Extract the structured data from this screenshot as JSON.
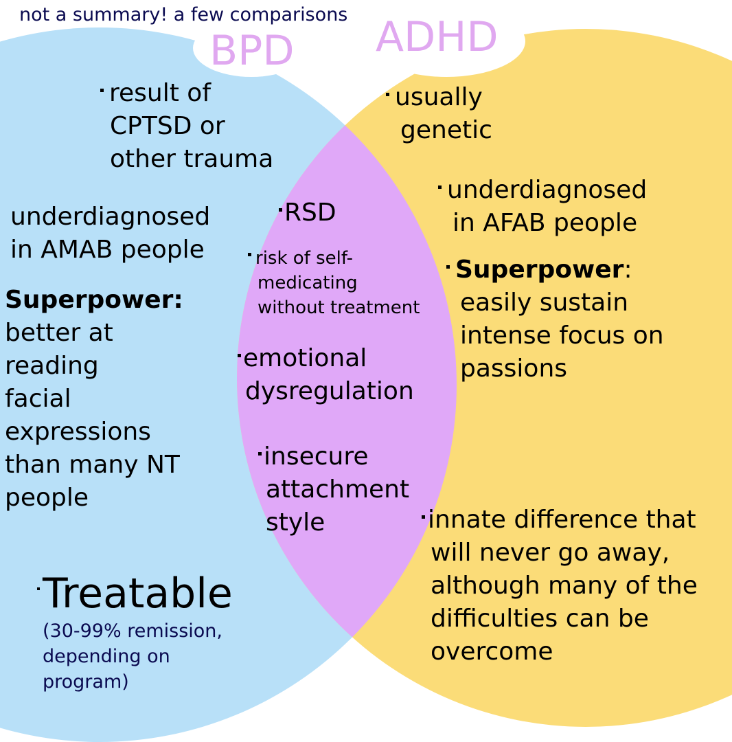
{
  "subtitle": "not a summary! a few comparisons",
  "colors": {
    "bpd": "#b8e0f8",
    "adhd": "#fbdc78",
    "overlap": "#e0a8f8",
    "label": "#e0a8f0",
    "subtitle": "#0a0a50"
  },
  "bpd": {
    "label": "BPD",
    "cause": [
      "result of",
      "CPTSD or",
      "other trauma"
    ],
    "diagnosis": [
      "underdiagnosed",
      "in AMAB people"
    ],
    "superpower_title": "Superpower:",
    "superpower": [
      "better at",
      "reading",
      "facial",
      "expressions",
      "than many NT",
      "people"
    ],
    "treatable": "Treatable",
    "treatable_note": [
      "(30-99% remission,",
      "depending on",
      "program)"
    ]
  },
  "adhd": {
    "label": "ADHD",
    "cause": [
      "usually",
      "genetic"
    ],
    "diagnosis": [
      "underdiagnosed",
      "in AFAB people"
    ],
    "superpower_title": "Superpower",
    "superpower_colon": ":",
    "superpower": [
      "easily sustain",
      "intense focus on",
      "passions"
    ],
    "permanence": [
      "innate difference that",
      "will never go away,",
      "although many of the",
      "difficulties can be",
      "overcome"
    ]
  },
  "overlap": {
    "rsd": "RSD",
    "self_medicating": [
      "risk of self-",
      "medicating",
      "without treatment"
    ],
    "emotional": [
      "emotional",
      "dysregulation"
    ],
    "attachment": [
      "insecure",
      "attachment",
      "style"
    ]
  }
}
